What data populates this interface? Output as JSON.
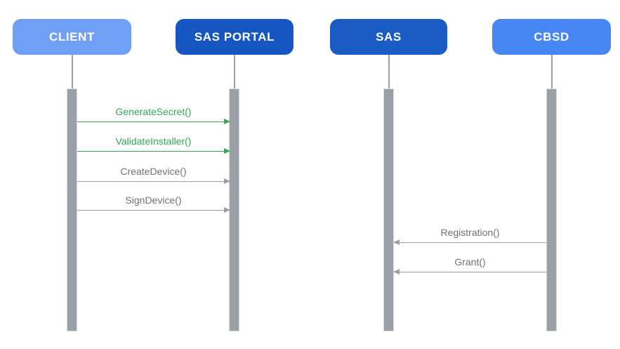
{
  "diagram_type": "sequence-diagram",
  "actors": [
    {
      "id": "client",
      "label": "CLIENT",
      "color": "#6FA0F6"
    },
    {
      "id": "sas-portal",
      "label": "SAS PORTAL",
      "color": "#1656C0"
    },
    {
      "id": "sas",
      "label": "SAS",
      "color": "#1A5CC4"
    },
    {
      "id": "cbsd",
      "label": "CBSD",
      "color": "#4687F4"
    }
  ],
  "messages": [
    {
      "label": "GenerateSecret()",
      "from": "CLIENT",
      "to": "SAS PORTAL",
      "direction": "right",
      "color": "#34A853"
    },
    {
      "label": "ValidateInstaller()",
      "from": "CLIENT",
      "to": "SAS PORTAL",
      "direction": "right",
      "color": "#34A853"
    },
    {
      "label": "CreateDevice()",
      "from": "CLIENT",
      "to": "SAS PORTAL",
      "direction": "right",
      "color": "#9AA0A6"
    },
    {
      "label": "SignDevice()",
      "from": "CLIENT",
      "to": "SAS PORTAL",
      "direction": "right",
      "color": "#9AA0A6"
    },
    {
      "label": "Registration()",
      "from": "CBSD",
      "to": "SAS",
      "direction": "left",
      "color": "#9AA0A6"
    },
    {
      "label": "Grant()",
      "from": "CBSD",
      "to": "SAS",
      "direction": "left",
      "color": "#9AA0A6"
    }
  ],
  "colors": {
    "background": "#FFFFFF",
    "activation_bar_fill": "#9AA0A6",
    "activation_bar_border": "#D9DBDE",
    "lifeline": "#9AA0A6",
    "green_message": "#34A853",
    "gray_message_line": "#9AA0A6",
    "gray_message_text": "#6E7276",
    "actor_text": "#FFFFFF"
  }
}
